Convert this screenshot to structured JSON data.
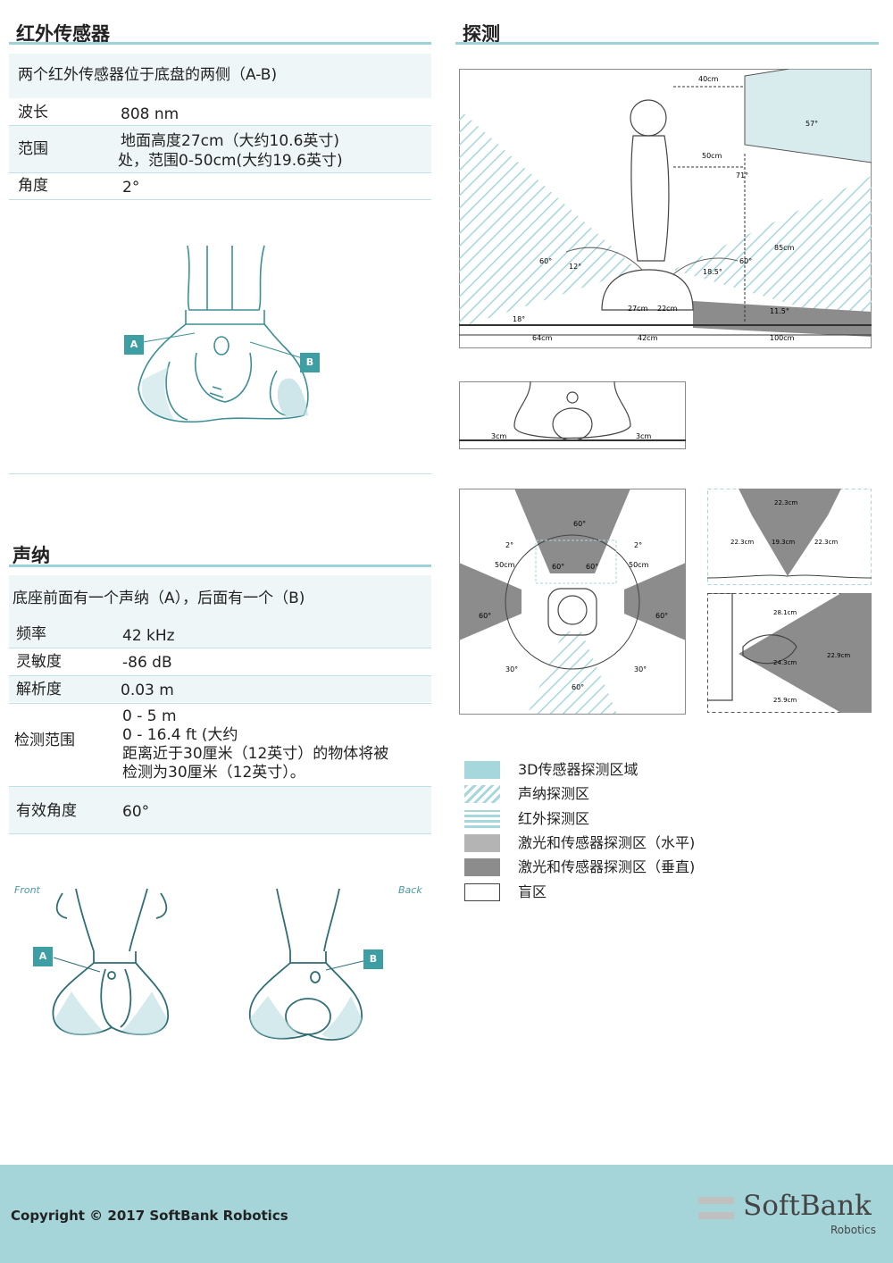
{
  "ir": {
    "title": "红外传感器",
    "description": "两个红外传感器位于底盘的两侧（A-B)",
    "rows": [
      {
        "label": "波长",
        "value": "808 nm"
      },
      {
        "label": "范围",
        "value": "地面高度27cm（大约10.6英寸)",
        "value2": "处，范围0-50cm(大约19.6英寸)"
      },
      {
        "label": "角度",
        "value": "2°"
      }
    ],
    "figure": {
      "marker_a": "A",
      "marker_b": "B"
    }
  },
  "sonar": {
    "title": "声纳",
    "description": "底座前面有一个声纳（A），后面有一个（B)",
    "rows": [
      {
        "label": "频率",
        "value": "42 kHz"
      },
      {
        "label": "灵敏度",
        "value": "-86 dB"
      },
      {
        "label": "解析度",
        "value": "0.03 m"
      }
    ],
    "range": {
      "label": "检测范围",
      "lines": [
        "0 - 5 m",
        "0 - 16.4 ft (大约",
        "距离近于30厘米（12英寸）的物体将被",
        "检测为30厘米（12英寸）。"
      ]
    },
    "angle": {
      "label": "有效角度",
      "value": "60°"
    },
    "figure": {
      "front": "Front",
      "back": "Back",
      "marker_a": "A",
      "marker_b": "B"
    }
  },
  "detection": {
    "title": "探测",
    "side_view": {
      "labels": [
        "40cm",
        "57°",
        "50cm",
        "71°",
        "85cm",
        "60°",
        "12°",
        "60°",
        "18.5°",
        "27cm",
        "22cm",
        "11.5°",
        "18°",
        "64cm",
        "42cm",
        "100cm"
      ]
    },
    "front_view": {
      "labels": [
        "3cm",
        "3cm"
      ]
    },
    "top_view": {
      "labels": [
        "60°",
        "2°",
        "2°",
        "50cm",
        "50cm",
        "60°",
        "60°",
        "60°",
        "60°",
        "30°",
        "30°",
        "60°"
      ]
    },
    "inset_top": {
      "labels": [
        "22.3cm",
        "22.3cm",
        "19.3cm",
        "22.3cm"
      ]
    },
    "inset_bottom": {
      "labels": [
        "28.1cm",
        "22.9cm",
        "24.3cm",
        "25.9cm"
      ]
    }
  },
  "legend": [
    {
      "label": "3D传感器探测区域",
      "style": "solid-teal",
      "color": "#a6d7dc"
    },
    {
      "label": "声纳探测区",
      "style": "hatch",
      "color": "#a6d7dc"
    },
    {
      "label": "红外探测区",
      "style": "stripes",
      "color": "#a6d7dc"
    },
    {
      "label": "激光和传感器探测区（水平)",
      "style": "solid-gray",
      "color": "#b4b4b4"
    },
    {
      "label": "激光和传感器探测区（垂直)",
      "style": "solid-dark",
      "color": "#8c8c8c"
    },
    {
      "label": "盲区",
      "style": "outline",
      "color": "#ffffff"
    }
  ],
  "footer": {
    "copyright": "Copyright © 2017 SoftBank Robotics",
    "brand": "SoftBank",
    "brand_sub": "Robotics",
    "color": "#a6d5d9"
  }
}
